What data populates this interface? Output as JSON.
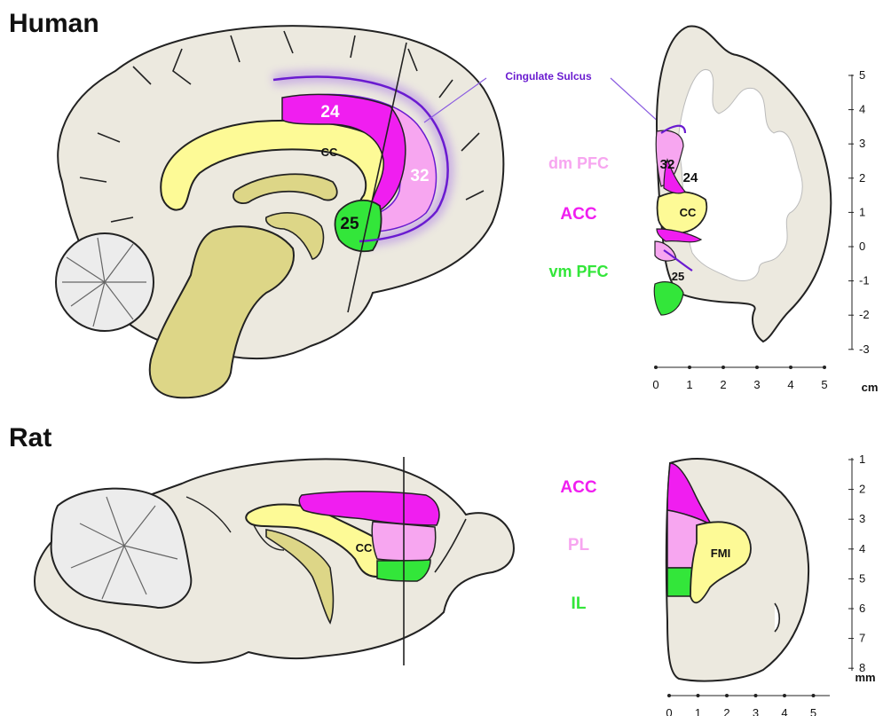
{
  "titles": {
    "human": "Human",
    "rat": "Rat"
  },
  "human": {
    "cingulate_sulcus": "Cingulate Sulcus",
    "sagittal_labels": {
      "a24": "24",
      "a32": "32",
      "a25": "25",
      "cc": "CC"
    },
    "legend": {
      "dmpfc": "dm PFC",
      "acc": "ACC",
      "vmpfc": "vm PFC"
    },
    "coronal_labels": {
      "a32": "32",
      "a24": "24",
      "cc": "CC",
      "a25": "25"
    },
    "v_axis": {
      "ticks": [
        "5",
        "4",
        "3",
        "2",
        "1",
        "0",
        "-1",
        "-2",
        "-3"
      ]
    },
    "h_axis": {
      "ticks": [
        "0",
        "1",
        "2",
        "3",
        "4",
        "5"
      ],
      "unit": "cm"
    }
  },
  "rat": {
    "sagittal_labels": {
      "cc": "CC"
    },
    "legend": {
      "acc": "ACC",
      "pl": "PL",
      "il": "IL"
    },
    "coronal_labels": {
      "fmi": "FMI"
    },
    "v_axis": {
      "ticks": [
        "1",
        "2",
        "3",
        "4",
        "5",
        "6",
        "7",
        "8"
      ]
    },
    "h_axis": {
      "ticks": [
        "0",
        "1",
        "2",
        "3",
        "4",
        "5"
      ],
      "unit": "mm"
    }
  },
  "colors": {
    "brain": "#ece9df",
    "cerebellum": "#ececec",
    "cc": "#fdfa96",
    "brainstem": "#ddd687",
    "acc": "#f01ef0",
    "dmpfc": "#f7a6f0",
    "vmpfc": "#33e63a",
    "sulcus": "#6a1bd0"
  }
}
